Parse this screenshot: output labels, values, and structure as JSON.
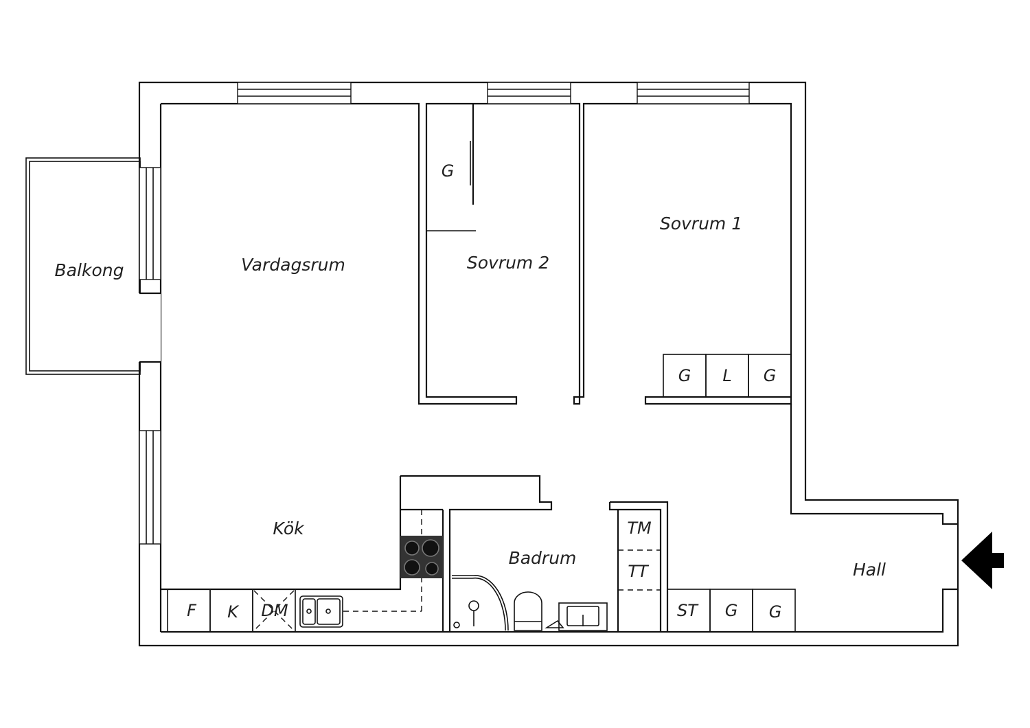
{
  "rooms": {
    "balkong": "Balkong",
    "vardagsrum": "Vardagsrum",
    "sovrum2": "Sovrum 2",
    "sovrum1": "Sovrum 1",
    "kok": "Kök",
    "badrum": "Badrum",
    "hall": "Hall"
  },
  "fixtures": {
    "wardrobe_sovrum2": "G",
    "sovrum1_storage": [
      "G",
      "L",
      "G"
    ],
    "kitchen_units": [
      "F",
      "K",
      "DM"
    ],
    "laundry_tm": "TM",
    "laundry_tt": "TT",
    "hall_storage": [
      "ST",
      "G",
      "G"
    ]
  },
  "colors": {
    "wall": "#111111",
    "stove": "#333333",
    "background": "#ffffff"
  },
  "icons": [
    "entrance-arrow-icon",
    "stove-icon",
    "sink-icon",
    "toilet-icon",
    "shower-icon",
    "washbasin-icon"
  ]
}
